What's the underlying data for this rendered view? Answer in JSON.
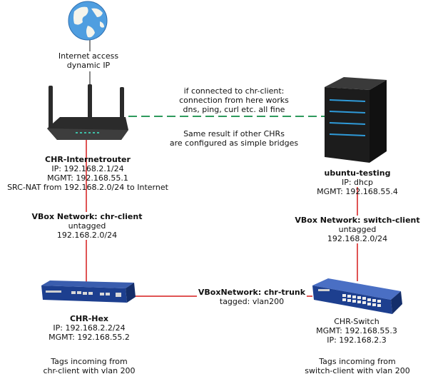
{
  "colors": {
    "link_red": "#e05454",
    "link_green": "#2e9a5c",
    "router_body": "#2b2b2b",
    "server_body": "#1c1c1c",
    "server_led": "#2f9ad8",
    "switch_blue": "#1d3f8f",
    "globe_blue": "#4f9ee0"
  },
  "icons": {
    "globe": "globe-icon",
    "router": "wireless-router-icon",
    "server": "server-tower-icon",
    "hex": "network-switch-icon",
    "switch": "network-switch-icon"
  },
  "internet": {
    "line1": "Internet access",
    "line2": "dynamic IP"
  },
  "note": {
    "line1": "if connected to chr-client:",
    "line2": "connection from here works",
    "line3": "dns, ping, curl etc. all fine",
    "line4": "Same result if other CHRs",
    "line5": "are configured as simple bridges"
  },
  "internetrouter": {
    "name": "CHR-Internetrouter",
    "ip": "IP: 192.168.2.1/24",
    "mgmt": "MGMT: 192.168.55.1",
    "nat": "SRC-NAT from 192.168.2.0/24 to Internet"
  },
  "ubuntu": {
    "name": "ubuntu-testing",
    "ip": "IP: dhcp",
    "mgmt": "MGMT: 192.168.55.4"
  },
  "chr_client_net": {
    "name": "VBox Network: chr-client",
    "mode": "untagged",
    "subnet": "192.168.2.0/24"
  },
  "switch_client_net": {
    "name": "VBox Network: switch-client",
    "mode": "untagged",
    "subnet": "192.168.2.0/24"
  },
  "trunk_net": {
    "name": "VBoxNetwork: chr-trunk",
    "mode": "tagged: vlan200"
  },
  "hex": {
    "name": "CHR-Hex",
    "ip": "IP: 192.168.2.2/24",
    "mgmt": "MGMT: 192.168.55.2",
    "tags1": "Tags incoming from",
    "tags2": "chr-client with vlan 200"
  },
  "chr_switch": {
    "name": "CHR-Switch",
    "mgmt": "MGMT: 192.168.55.3",
    "ip": "IP: 192.168.2.3",
    "tags1": "Tags incoming from",
    "tags2": "switch-client with vlan 200"
  }
}
